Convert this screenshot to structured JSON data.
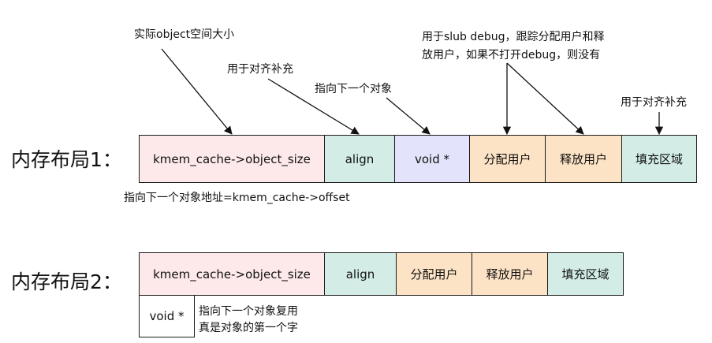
{
  "layout1": {
    "title": "内存布局1：",
    "cells": {
      "object_size": "kmem_cache->object_size",
      "align": "align",
      "void_ptr": "void *",
      "alloc_user": "分配用户",
      "free_user": "释放用户",
      "padding": "填充区域"
    },
    "offset_note": "指向下一个对象地址=kmem_cache->offset"
  },
  "layout2": {
    "title": "内存布局2：",
    "cells": {
      "object_size": "kmem_cache->object_size",
      "align": "align",
      "alloc_user": "分配用户",
      "free_user": "释放用户",
      "padding": "填充区域",
      "void_ptr": "void *"
    },
    "reuse_note": [
      "指向下一个对象复用",
      "真是对象的第一个字"
    ]
  },
  "annotations": {
    "actual_size": "实际object空间大小",
    "align_pad_1": "用于对齐补充",
    "next_obj": "指向下一个对象",
    "slub_debug": [
      "用于slub debug，跟踪分配用户和释",
      "放用户，如果不打开debug，则没有"
    ],
    "align_pad_2": "用于对齐补充"
  },
  "colors": {
    "object_size": "#fde9ea",
    "align": "#d3ede6",
    "void_ptr": "#e3e4fb",
    "user_tracking": "#fde3c5",
    "padding": "#d3ede6"
  }
}
